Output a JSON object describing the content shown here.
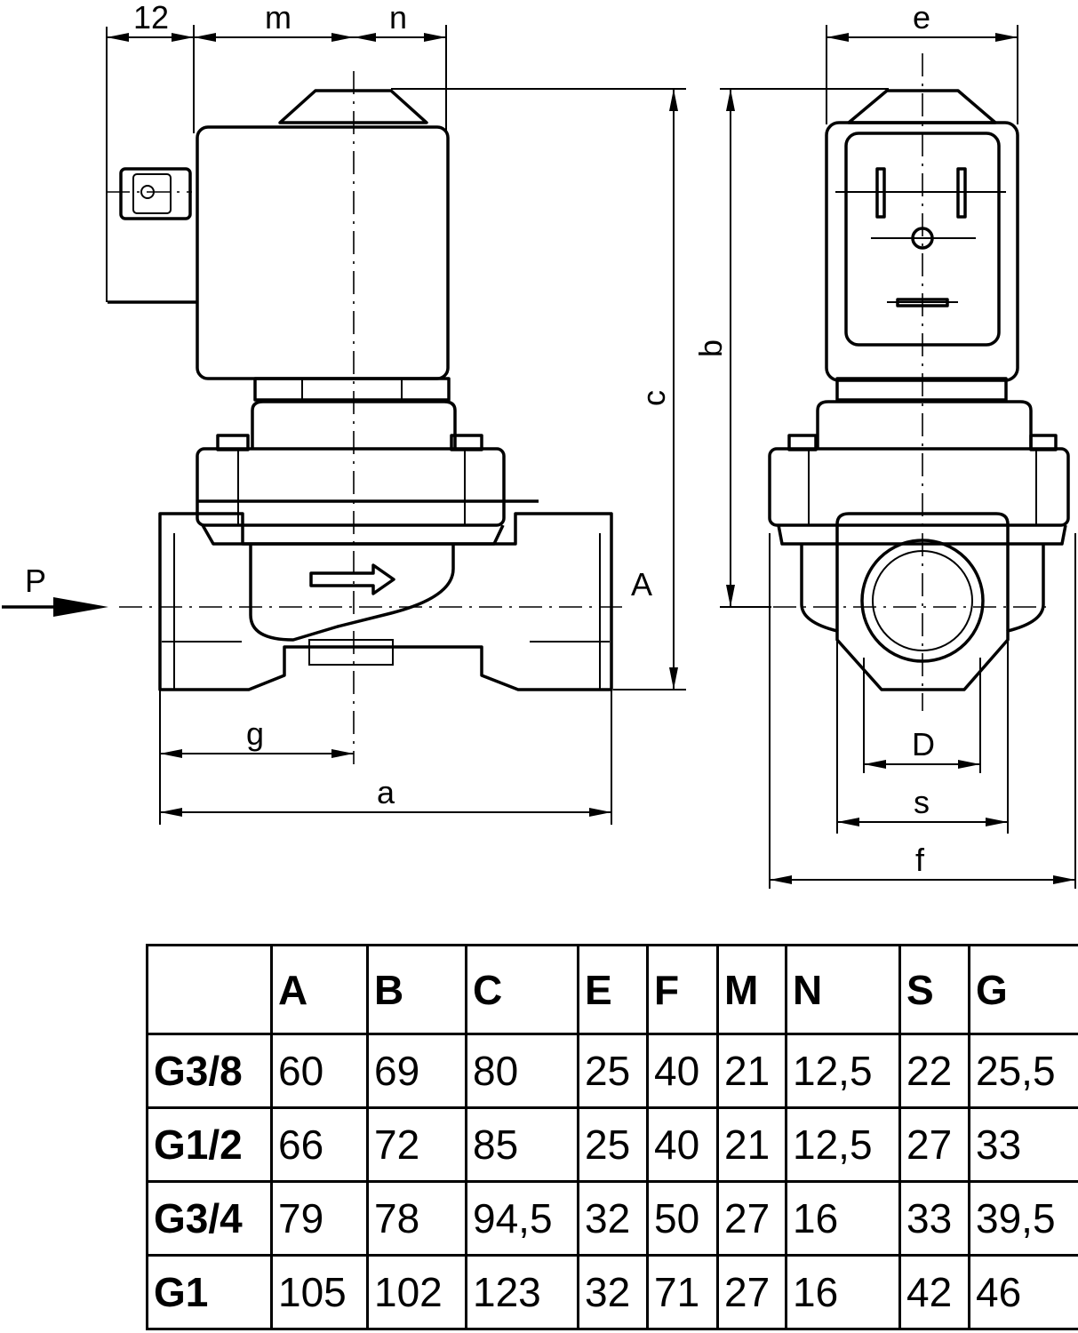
{
  "labels": {
    "dim_12": "12",
    "dim_m": "m",
    "dim_n": "n",
    "dim_c": "c",
    "dim_b": "b",
    "dim_e": "e",
    "dim_g": "g",
    "dim_a": "a",
    "dim_D": "D",
    "dim_s": "s",
    "dim_f": "f",
    "port_P": "P",
    "port_A": "A"
  },
  "table": {
    "headers": [
      "",
      "A",
      "B",
      "C",
      "E",
      "F",
      "M",
      "N",
      "S",
      "G"
    ],
    "rows": [
      {
        "size": "G3/8",
        "values": [
          "60",
          "69",
          "80",
          "25",
          "40",
          "21",
          "12,5",
          "22",
          "25,5"
        ]
      },
      {
        "size": "G1/2",
        "values": [
          "66",
          "72",
          "85",
          "25",
          "40",
          "21",
          "12,5",
          "27",
          "33"
        ]
      },
      {
        "size": "G3/4",
        "values": [
          "79",
          "78",
          "94,5",
          "32",
          "50",
          "27",
          "16",
          "33",
          "39,5"
        ]
      },
      {
        "size": "G1",
        "values": [
          "105",
          "102",
          "123",
          "32",
          "71",
          "27",
          "16",
          "42",
          "46"
        ]
      }
    ]
  }
}
